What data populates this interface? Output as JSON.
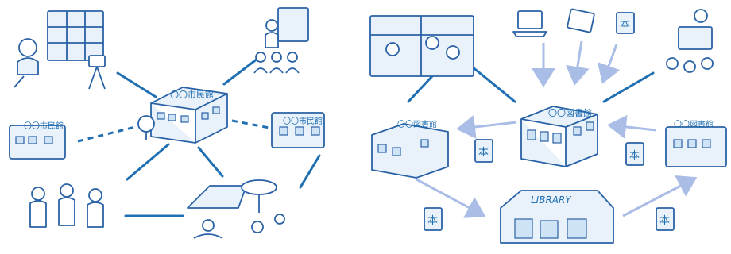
{
  "left": {
    "city_hall_label": "〇〇市民館",
    "branch_left_label": "〇〇市民館",
    "branch_right_label": "〇〇市民館"
  },
  "right": {
    "library_center_label": "〇〇図書館",
    "library_left_label": "〇〇図書館",
    "library_right_label": "〇〇図書館",
    "library_sign": "LIBRARY",
    "book_glyph": "本"
  },
  "colors": {
    "ink": "#2a62a6",
    "line": "#1f6fb2",
    "arrow": "#a9bde6",
    "fill": "#e9f2fb"
  }
}
